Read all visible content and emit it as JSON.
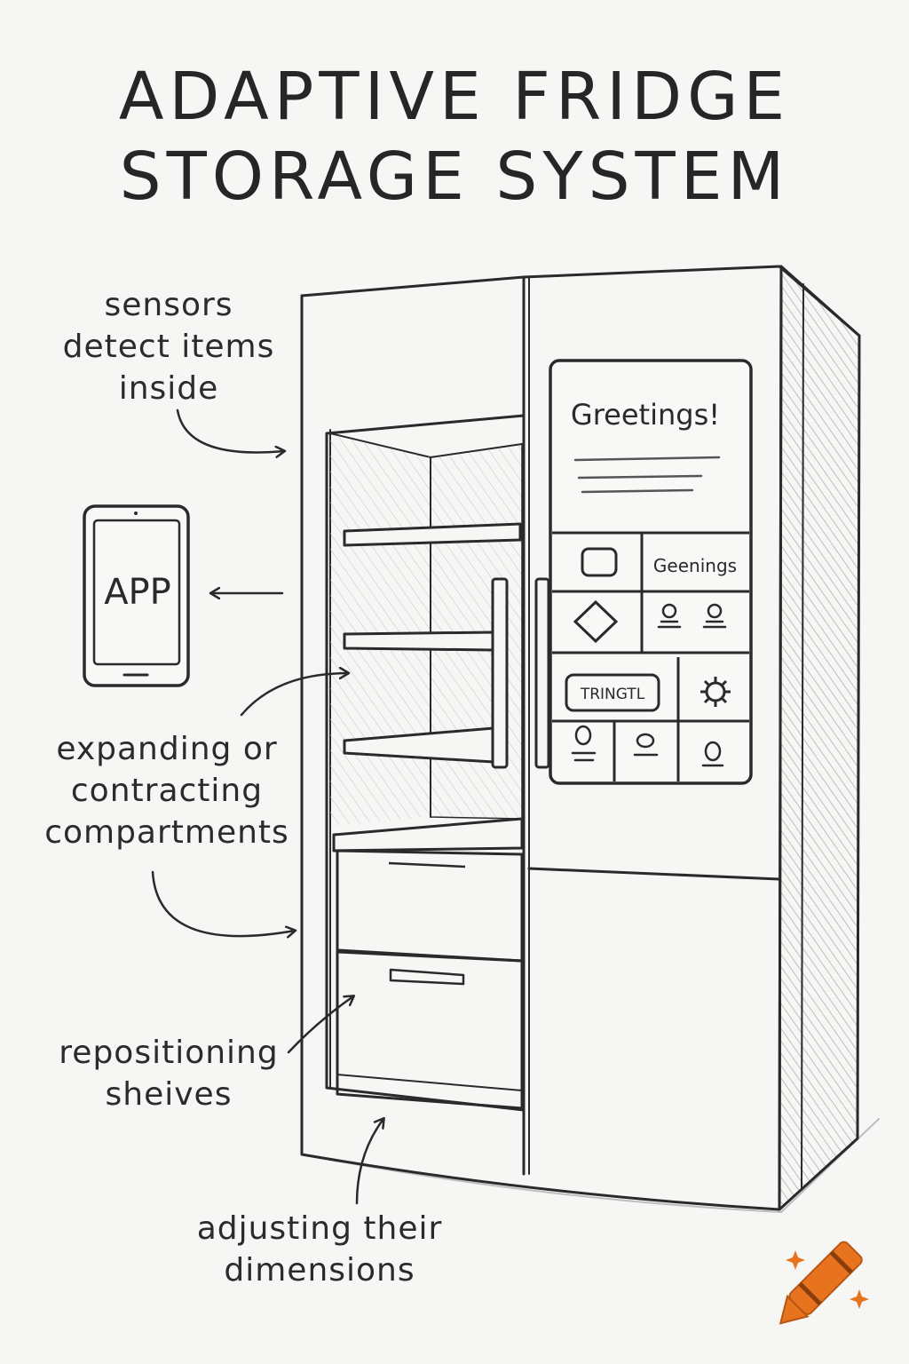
{
  "title": {
    "line1": "ADAPTIVE FRIDGE",
    "line2": "STORAGE SYSTEM"
  },
  "annotations": {
    "sensors": [
      "sensors",
      "detect items",
      "inside"
    ],
    "compartments": [
      "expanding or",
      "contracting",
      "compartments"
    ],
    "shelves": [
      "repositioning",
      "sheives"
    ],
    "dimensions": [
      "adjusting their",
      "dimensions"
    ]
  },
  "app_label": "APP",
  "fridge_screen": {
    "greeting": "Greetings!",
    "tile_label": "Geenings",
    "button_label": "TRINGTL"
  },
  "colors": {
    "ink": "#2a2a2a",
    "paper": "#f6f6f4",
    "logo_orange": "#e8731f"
  },
  "logo_icon": "crayon-icon"
}
